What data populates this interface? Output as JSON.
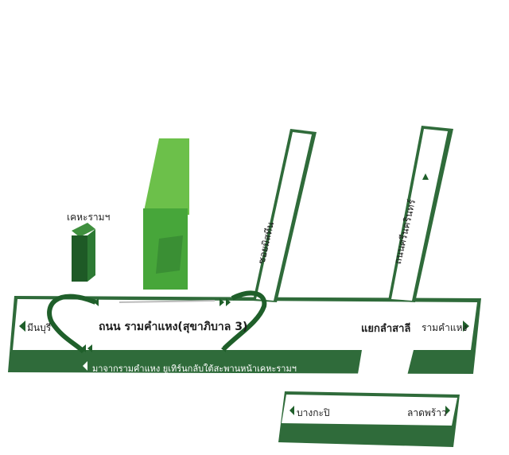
{
  "labels": {
    "main_road": "ถนน รามคำแหง(สุขาภิบาล 3)",
    "minburi": "มีนบุรี",
    "ramkhamhaeng_right": "รามคำแหง",
    "intersection": "แยกลำสาลี",
    "return_note": "มาจากรามคำแหง ยูเทิร์นกลับใต้สะพานหน้าเคหะรามฯ",
    "soi": "ซอยมิสทีน",
    "srinakarin": "ถนนศรีนครินทร์",
    "bangkapi": "บางกะปิ",
    "ladprao": "ลาดพร้าว",
    "kheha": "เคหะรามฯ"
  },
  "colors": {
    "road_dark": "#2f6b3a",
    "road_fill": "#ffffff",
    "building_green": "#4cae3a",
    "building_dark": "#1e5a26",
    "arrow_dark": "#1f5f2a",
    "shadow_gray": "#bdbdbd"
  }
}
